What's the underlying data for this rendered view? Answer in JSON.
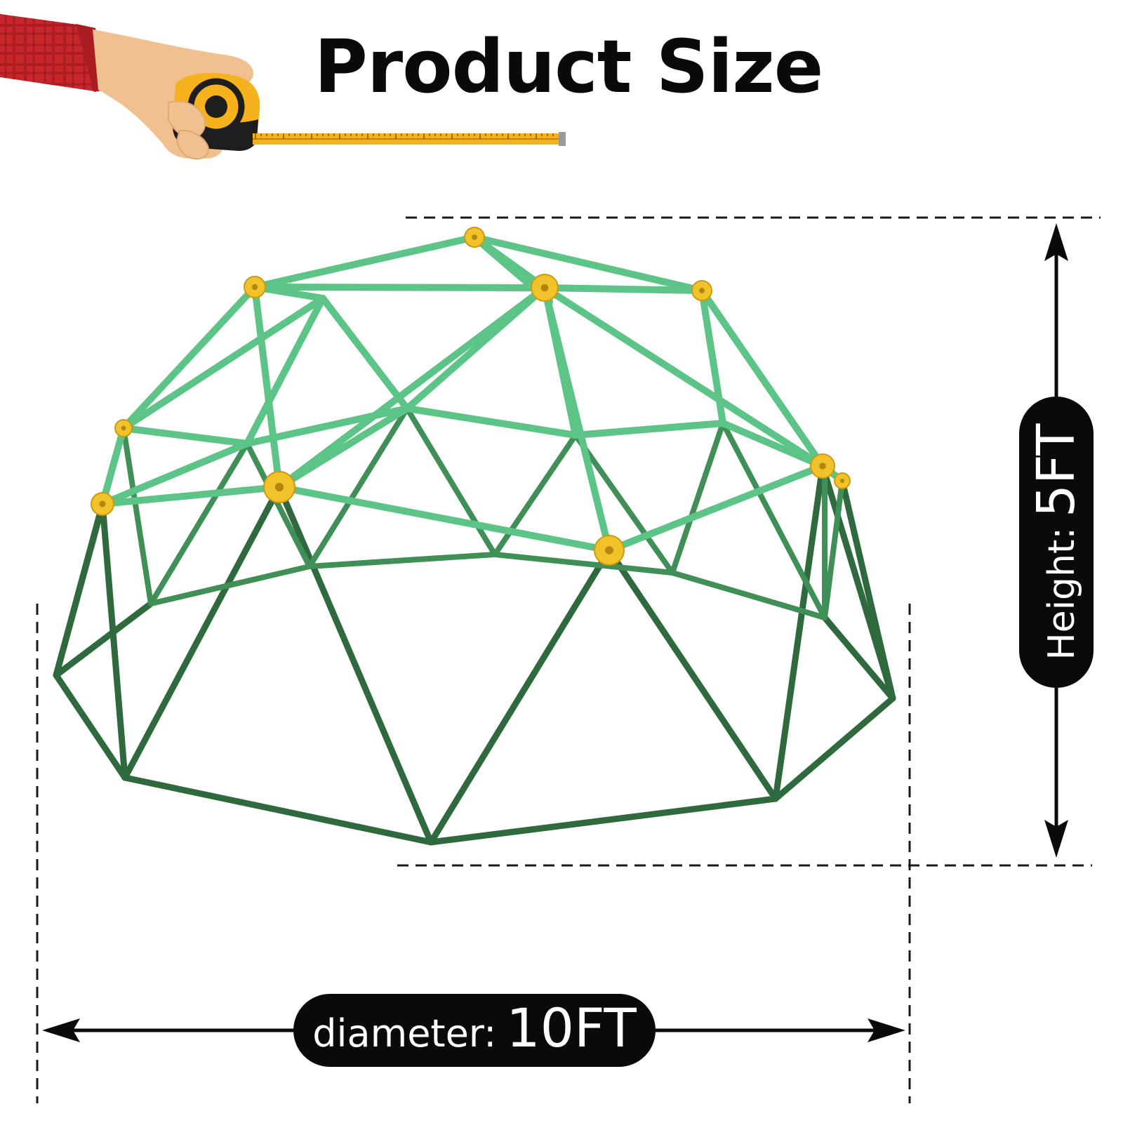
{
  "title": "Product Size",
  "height": {
    "label": "Height:",
    "value": "5FT"
  },
  "diameter": {
    "label": "diameter:",
    "value": "10FT"
  },
  "colors": {
    "text": "#0a0a0a",
    "pill": "#0a0a0a",
    "frame_upper": "#5cc487",
    "frame_lower": "#2f6a3f",
    "connector": "#f2c22b",
    "tape": "#f5b21c",
    "sleeve": "#c8262c",
    "hand": "#f0c08f"
  },
  "icons": [
    "hand-with-tape-measure-icon",
    "arrow-icon"
  ]
}
